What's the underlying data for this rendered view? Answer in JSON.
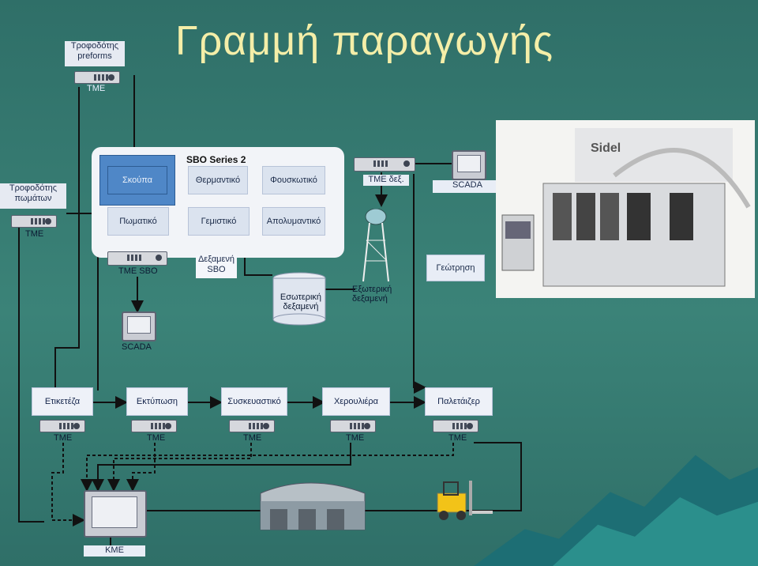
{
  "title": "Γραμμή παραγωγής",
  "feeder_preforms": "Τροφοδότης preforms",
  "feeder_caps": "Τροφοδότης πωμάτων",
  "sbo_series": "SBO Series 2",
  "sbo_row1": [
    "Σκούπα",
    "Θερμαντικό",
    "Φουσκωτικό"
  ],
  "sbo_row2": [
    "Πωματικό",
    "Γεμιστικό",
    "Απολυμαντικό"
  ],
  "tme": "TME",
  "tme_tank": "TME δεξ.",
  "tme_sbo": "TME SBO",
  "scada": "SCADA",
  "tank_sbo": "Δεξαμενή SBO",
  "internal_tank": "Εσωτερική δεξαμενή",
  "external_tank": "Εξωτερική δεξαμενή",
  "grounding": "Γεώτρηση",
  "line": [
    "Ετικετέζα",
    "Εκτύπωση",
    "Συσκευαστικό",
    "Χερουλιέρα",
    "Παλετάιζερ"
  ],
  "kme": "KME",
  "sidel_brand": "Sidel"
}
